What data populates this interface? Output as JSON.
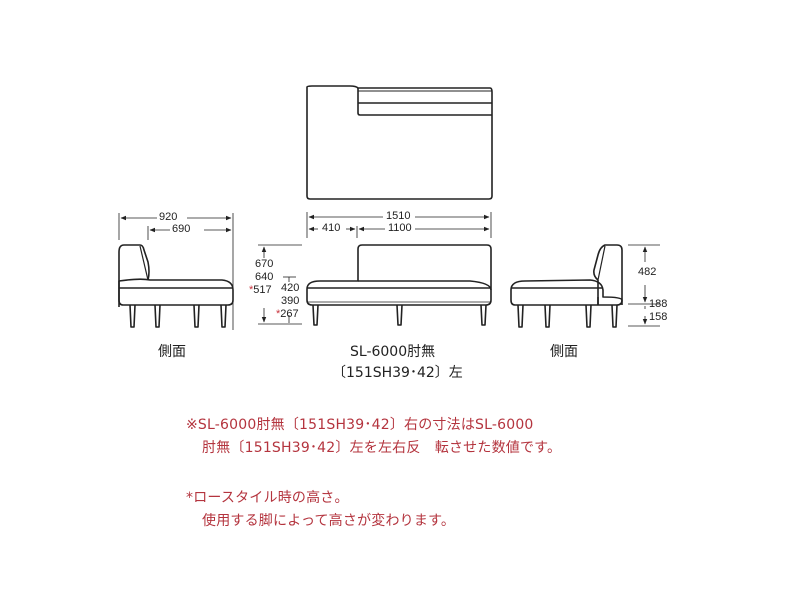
{
  "top_view": {
    "label": ""
  },
  "left_side": {
    "caption": "側面",
    "dims": {
      "overall_depth": "920",
      "seat_depth": "690"
    }
  },
  "front": {
    "caption_line1": "SL-6000肘無",
    "caption_line2": "〔151SH39･42〕左",
    "dims": {
      "overall_width": "1510",
      "arm_section": "410",
      "back_section": "1100",
      "height_670": "670",
      "height_640": "640",
      "height_517": "517",
      "seat_420": "420",
      "seat_390": "390",
      "seat_267": "267",
      "asterisk": "*"
    }
  },
  "right_side": {
    "caption": "側面",
    "dims": {
      "back_height": "482",
      "seat_height": "188",
      "leg_height": "158"
    }
  },
  "notes": {
    "note1_line1": "※SL-6000肘無〔151SH39･42〕右の寸法はSL-6000",
    "note1_line2": "肘無〔151SH39･42〕左を左右反　転させた数値です。",
    "note2_line1": "*ロースタイル時の高さ。",
    "note2_line2": "使用する脚によって高さが変わります。"
  },
  "colors": {
    "line": "#222222",
    "note_text": "#b4343e",
    "background": "#ffffff"
  }
}
